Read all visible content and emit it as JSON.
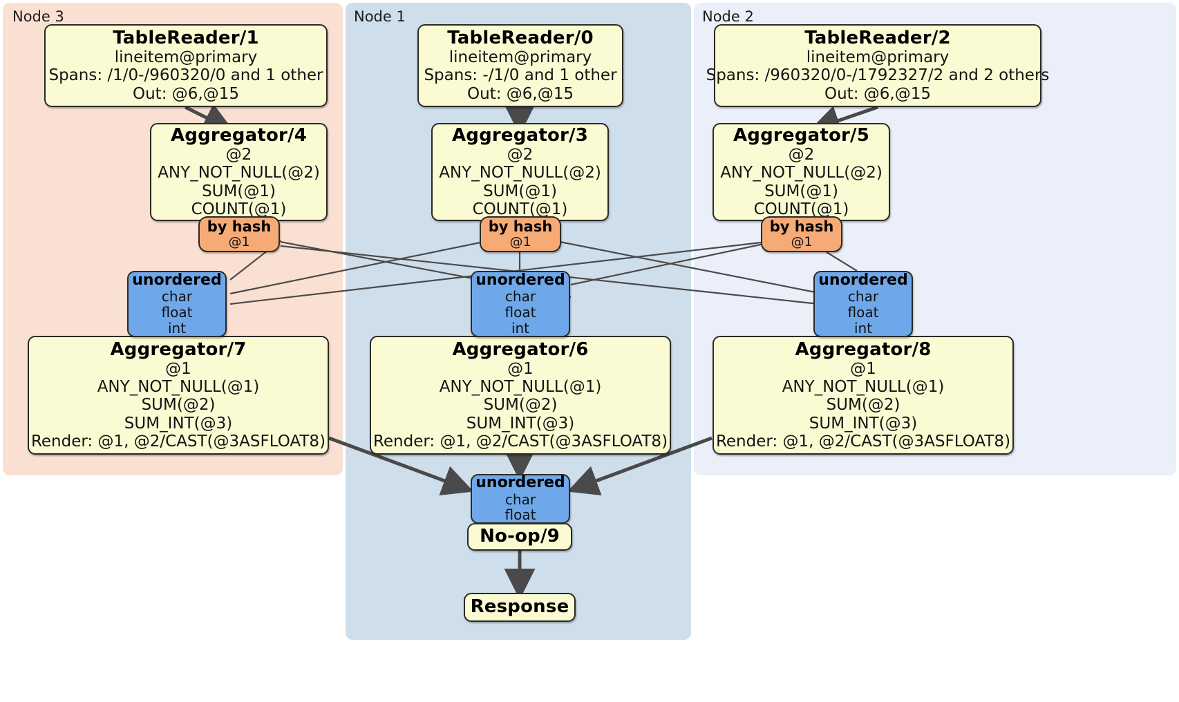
{
  "diagram": {
    "kind": "distributed-query-plan",
    "colors": {
      "node3_panel": "#fae0d2",
      "node1_panel": "#cfdeeb",
      "node2_panel": "#eaeff9",
      "processor_fill": "#fbfbd3",
      "router_fill": "#f6ab77",
      "stream_fill": "#6fa8ea",
      "border": "#2b2a26",
      "edge_thin": "#4a4a4a",
      "edge_thick": "#4a4a4a"
    }
  },
  "panels": [
    {
      "id": "node3",
      "label": "Node 3"
    },
    {
      "id": "node1",
      "label": "Node 1"
    },
    {
      "id": "node2",
      "label": "Node 2"
    }
  ],
  "processors": {
    "table_reader_1": {
      "title": "TableReader/1",
      "lines": [
        "lineitem@primary",
        "Spans: /1/0-/960320/0 and 1 other",
        "Out: @6,@15"
      ]
    },
    "table_reader_0": {
      "title": "TableReader/0",
      "lines": [
        "lineitem@primary",
        "Spans: -/1/0 and 1 other",
        "Out: @6,@15"
      ]
    },
    "table_reader_2": {
      "title": "TableReader/2",
      "lines": [
        "lineitem@primary",
        "Spans: /960320/0-/1792327/2 and 2 others",
        "Out: @6,@15"
      ]
    },
    "aggregator_4": {
      "title": "Aggregator/4",
      "lines": [
        "@2",
        "ANY_NOT_NULL(@2)",
        "SUM(@1)",
        "COUNT(@1)"
      ]
    },
    "aggregator_3": {
      "title": "Aggregator/3",
      "lines": [
        "@2",
        "ANY_NOT_NULL(@2)",
        "SUM(@1)",
        "COUNT(@1)"
      ]
    },
    "aggregator_5": {
      "title": "Aggregator/5",
      "lines": [
        "@2",
        "ANY_NOT_NULL(@2)",
        "SUM(@1)",
        "COUNT(@1)"
      ]
    },
    "aggregator_7": {
      "title": "Aggregator/7",
      "lines": [
        "@1",
        "ANY_NOT_NULL(@1)",
        "SUM(@2)",
        "SUM_INT(@3)",
        "Render: @1, @2/CAST(@3ASFLOAT8)"
      ]
    },
    "aggregator_6": {
      "title": "Aggregator/6",
      "lines": [
        "@1",
        "ANY_NOT_NULL(@1)",
        "SUM(@2)",
        "SUM_INT(@3)",
        "Render: @1, @2/CAST(@3ASFLOAT8)"
      ]
    },
    "aggregator_8": {
      "title": "Aggregator/8",
      "lines": [
        "@1",
        "ANY_NOT_NULL(@1)",
        "SUM(@2)",
        "SUM_INT(@3)",
        "Render: @1, @2/CAST(@3ASFLOAT8)"
      ]
    },
    "noop_9": {
      "title": "No-op/9",
      "lines": []
    },
    "response": {
      "title": "Response",
      "lines": []
    }
  },
  "routers": {
    "by_hash_left": {
      "title": "by hash",
      "lines": [
        "@1"
      ]
    },
    "by_hash_center": {
      "title": "by hash",
      "lines": [
        "@1"
      ]
    },
    "by_hash_right": {
      "title": "by hash",
      "lines": [
        "@1"
      ]
    }
  },
  "streams": {
    "unordered_left": {
      "title": "unordered",
      "lines": [
        "char",
        "float",
        "int"
      ]
    },
    "unordered_center": {
      "title": "unordered",
      "lines": [
        "char",
        "float",
        "int"
      ]
    },
    "unordered_right": {
      "title": "unordered",
      "lines": [
        "char",
        "float",
        "int"
      ]
    },
    "unordered_final": {
      "title": "unordered",
      "lines": [
        "char",
        "float"
      ]
    }
  }
}
